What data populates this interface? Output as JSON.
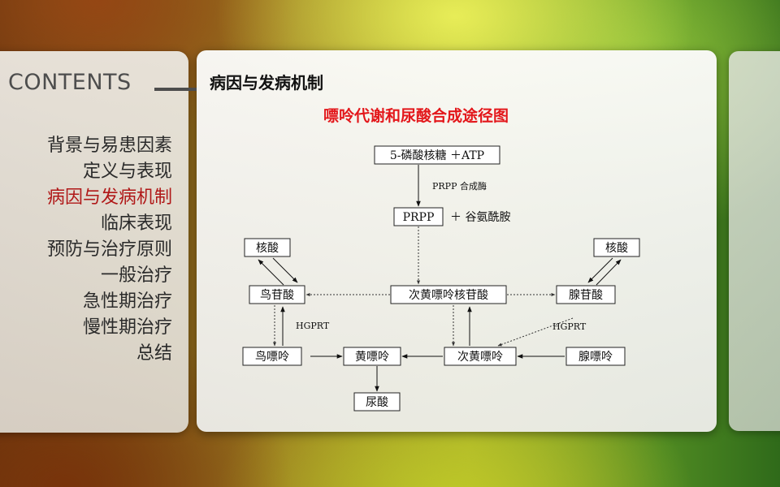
{
  "sidebar": {
    "title": "CONTENTS",
    "items": [
      {
        "label": "背景与易患因素",
        "active": false
      },
      {
        "label": "定义与表现",
        "active": false
      },
      {
        "label": "病因与发病机制",
        "active": true
      },
      {
        "label": "临床表现",
        "active": false
      },
      {
        "label": "预防与治疗原则",
        "active": false
      },
      {
        "label": "一般治疗",
        "active": false
      },
      {
        "label": "急性期治疗",
        "active": false
      },
      {
        "label": "慢性期治疗",
        "active": false
      },
      {
        "label": "总结",
        "active": false
      }
    ]
  },
  "main": {
    "section_title": "病因与发病机制",
    "diagram_title": "嘌呤代谢和尿酸合成途径图",
    "nodes": {
      "r5p": "5-磷酸核糖 ＋ATP",
      "prpp": "PRPP",
      "glutamine": "＋ 谷氨酰胺",
      "nucleic_left": "核酸",
      "nucleic_right": "核酸",
      "gmp": "鸟苷酸",
      "imp": "次黄嘌呤核苷酸",
      "amp": "腺苷酸",
      "guanine": "鸟嘌呤",
      "xanthine": "黄嘌呤",
      "hypoxanthine": "次黄嘌呤",
      "adenine": "腺嘌呤",
      "uric_acid": "尿酸"
    },
    "labels": {
      "enzyme": "PRPP 合成酶",
      "hgprt_left": "HGPRT",
      "hgprt_right": "HGPRT"
    }
  },
  "colors": {
    "accent_red": "#e3171b",
    "active_item": "#b01818"
  }
}
